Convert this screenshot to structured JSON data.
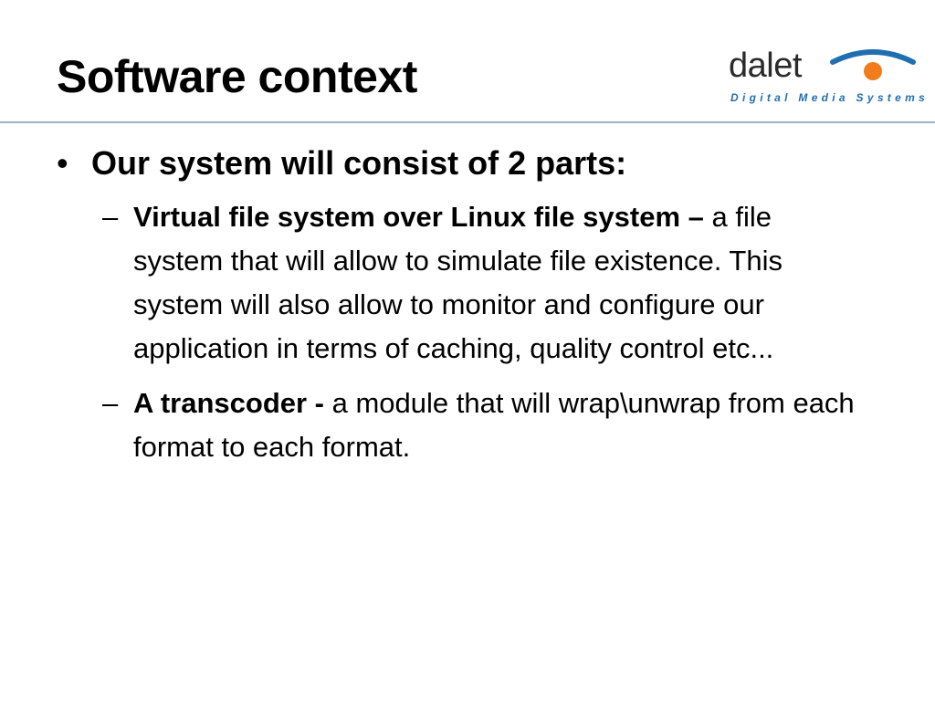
{
  "slide": {
    "title": "Software context",
    "logo": {
      "wordmark": "dalet",
      "tagline": "Digital Media Systems",
      "colors": {
        "wordmark": "#2a2a2a",
        "arc": "#1f6fb0",
        "dot": "#f07d1a",
        "tagline": "#1f6fb0"
      }
    },
    "bullets": [
      {
        "text": "Our system will consist of 2 parts:",
        "marker": "•",
        "sub": [
          {
            "marker": "–",
            "lead": "Virtual file system over Linux file system –",
            "text": " a file system that will allow to simulate file existence. This system will also allow to monitor and configure our application in terms of caching, quality control etc..."
          },
          {
            "marker": "–",
            "lead": "A transcoder -",
            "text": " a module that will wrap\\unwrap from each format to each format."
          }
        ]
      }
    ],
    "colors": {
      "rule": "#9fb3c8",
      "text": "#000000"
    }
  }
}
